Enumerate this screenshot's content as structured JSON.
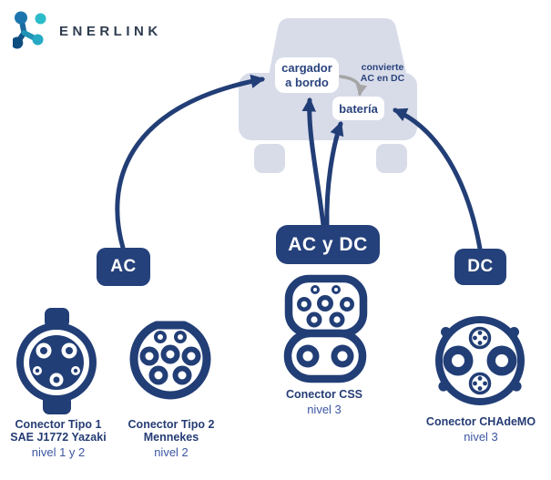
{
  "logo": {
    "brand": "ENERLINK"
  },
  "diagram": {
    "charger_box": {
      "line1": "cargador",
      "line2": "a bordo"
    },
    "battery_box": {
      "label": "batería"
    },
    "converter_note": {
      "line1": "convierte",
      "line2": "AC en DC"
    }
  },
  "badges": {
    "ac": "AC",
    "ac_dc": "AC y DC",
    "dc": "DC"
  },
  "connectors": [
    {
      "name_line1": "Conector Tipo 1",
      "name_line2": "SAE J1772 Yazaki",
      "level": "nivel 1 y 2"
    },
    {
      "name_line1": "Conector Tipo 2",
      "name_line2": "Mennekes",
      "level": "nivel 2"
    },
    {
      "name_line1": "Conector CSS",
      "name_line2": "",
      "level": "nivel 3"
    },
    {
      "name_line1": "Conector CHAdeMO",
      "name_line2": "",
      "level": "nivel 3"
    }
  ],
  "colors": {
    "navy": "#223e76",
    "badge_navy": "#25417b",
    "text_navy": "#2a437d",
    "level_text": "#3c57a2",
    "car_gray": "#d8dce9",
    "converter_arrow_gray": "#a5a5a5",
    "logo_teal": "#2bbcca",
    "logo_blue": "#1a6fa6",
    "brand_text": "#2e3c4f"
  }
}
